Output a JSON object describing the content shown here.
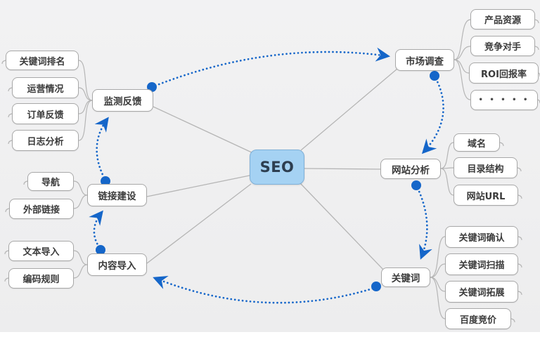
{
  "center": {
    "label": "SEO"
  },
  "branches": [
    {
      "id": "monitoring-feedback",
      "label": "监测反馈",
      "children": [
        "关键词排名",
        "运营情况",
        "订单反馈",
        "日志分析"
      ]
    },
    {
      "id": "market-research",
      "label": "市场调查",
      "children": [
        "产品资源",
        "竞争对手",
        "ROI回报率",
        "• • • • •"
      ]
    },
    {
      "id": "site-analysis",
      "label": "网站分析",
      "children": [
        "域名",
        "目录结构",
        "网站URL"
      ]
    },
    {
      "id": "keywords",
      "label": "关键词",
      "children": [
        "关键词确认",
        "关键词扫描",
        "关键词拓展",
        "百度竞价"
      ]
    },
    {
      "id": "link-building",
      "label": "链接建设",
      "children": [
        "导航",
        "外部链接"
      ]
    },
    {
      "id": "content-import",
      "label": "内容导入",
      "children": [
        "文本导入",
        "编码规则"
      ]
    }
  ],
  "flow_arrows": [
    {
      "from": "监测反馈",
      "to": "市场调查"
    },
    {
      "from": "市场调查",
      "to": "网站分析"
    },
    {
      "from": "网站分析",
      "to": "关键词"
    },
    {
      "from": "关键词",
      "to": "内容导入"
    },
    {
      "from": "内容导入",
      "to": "链接建设"
    },
    {
      "from": "链接建设",
      "to": "监测反馈"
    }
  ],
  "colors": {
    "background": "#f1f1f2",
    "center_fill": "#a5d2f3",
    "center_border": "#7fb0d8",
    "node_border": "#a8a8a8",
    "gray_line": "#b5b5b5",
    "arrow_blue": "#1566c9",
    "text": "#3b3b3b"
  }
}
